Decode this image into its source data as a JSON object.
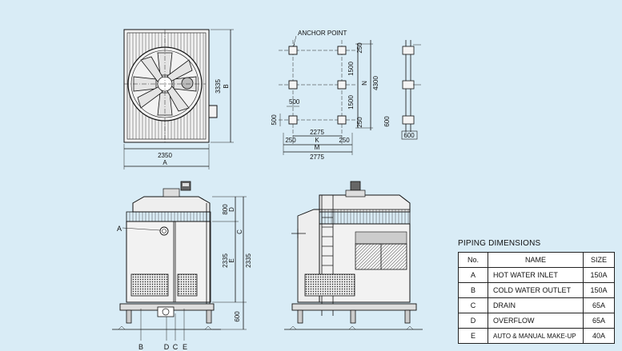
{
  "top_view": {
    "width_value": "2350",
    "width_code": "A",
    "height_value": "3335",
    "height_code": "B"
  },
  "anchor_plan": {
    "anchor_label": "ANCHOR POINT",
    "d250_top": "250",
    "d1500_upper": "1500",
    "d1500_lower": "1500",
    "d250_bottom": "250",
    "n_code": "N",
    "total_4300": "4300",
    "d500_h": "500",
    "d500_v": "500",
    "d2275": "2275",
    "d250_left": "250",
    "k_code": "K",
    "d250_right": "250",
    "m_code": "M",
    "d2775": "2775",
    "side_600": "600",
    "side_600b": "600"
  },
  "front_view": {
    "label_a": "A",
    "d800": "800",
    "d_code": "D",
    "d2335_inner": "2335",
    "e_code": "E",
    "c_code": "C",
    "d2335_outer": "2335",
    "d600": "600",
    "bottom_b": "B",
    "bottom_d": "D",
    "bottom_c": "C",
    "bottom_e": "E"
  },
  "piping": {
    "title": "PIPING DIMENSIONS",
    "headers": [
      "No.",
      "NAME",
      "SIZE"
    ],
    "rows": [
      {
        "no": "A",
        "name": "HOT WATER INLET",
        "size": "150A"
      },
      {
        "no": "B",
        "name": "COLD WATER OUTLET",
        "size": "150A"
      },
      {
        "no": "C",
        "name": "DRAIN",
        "size": "65A"
      },
      {
        "no": "D",
        "name": "OVERFLOW",
        "size": "65A"
      },
      {
        "no": "E",
        "name": "AUTO & MANUAL MAKE-UP",
        "size": "40A"
      }
    ]
  }
}
